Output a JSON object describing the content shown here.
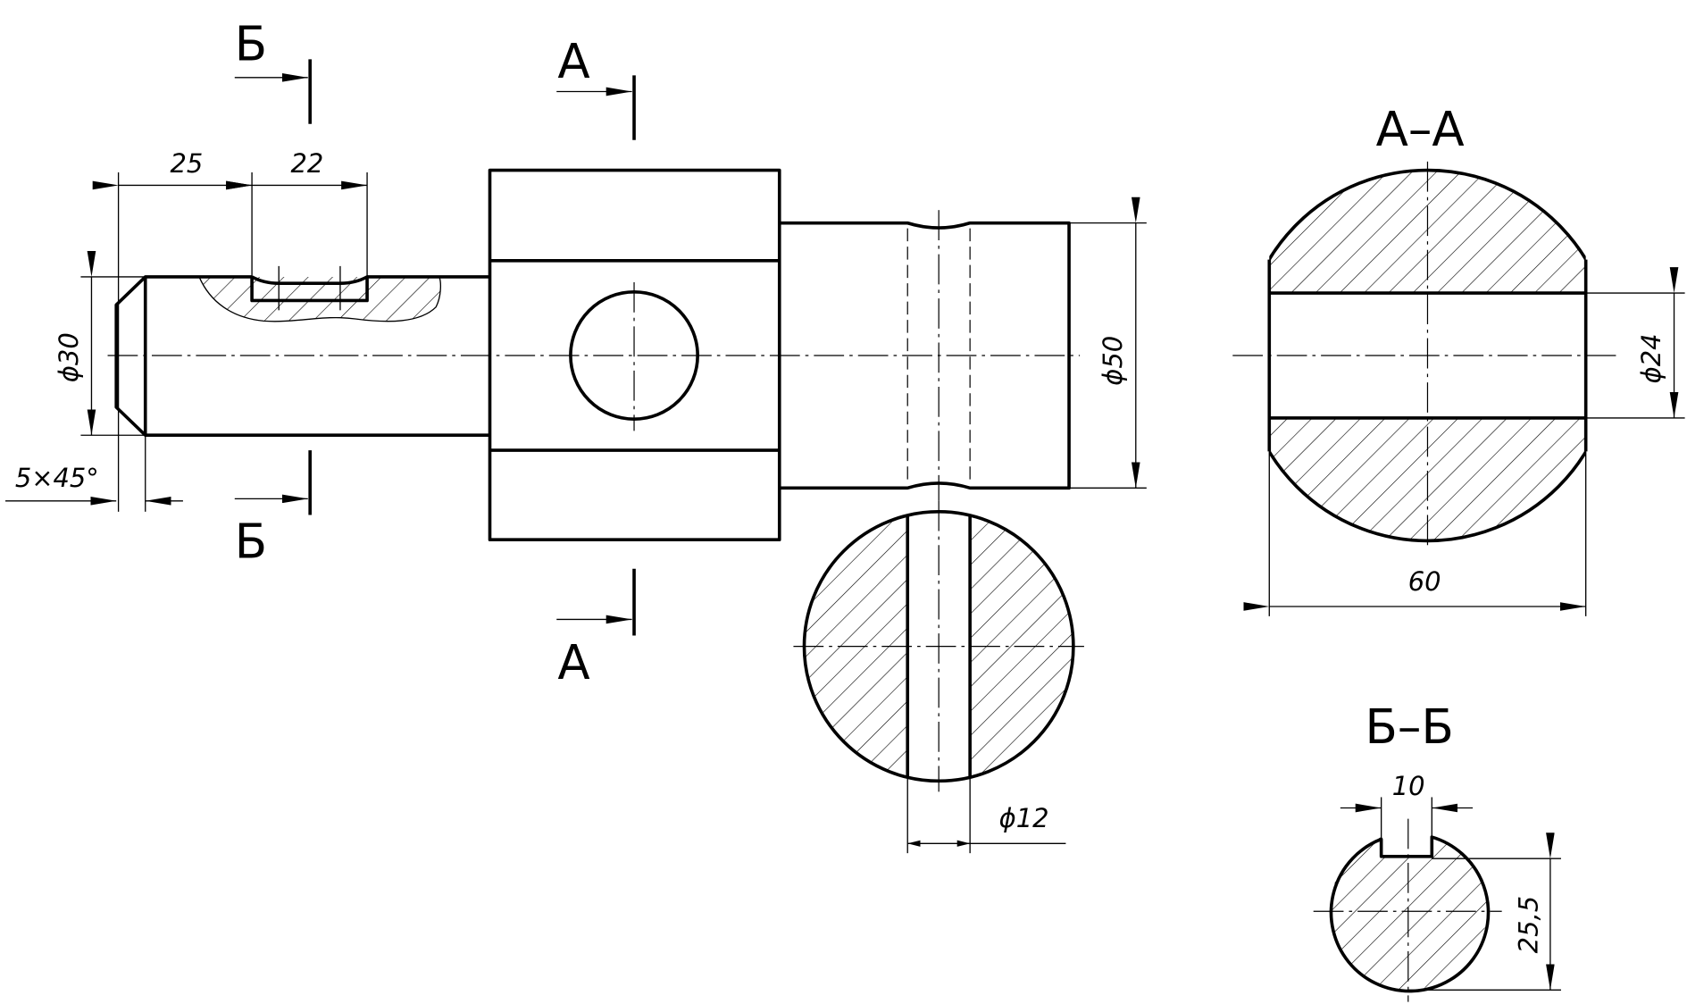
{
  "drawing": {
    "section_labels": {
      "a": "А",
      "b": "Б"
    },
    "section_titles": {
      "aa": "А–А",
      "bb": "Б–Б"
    },
    "dimensions": {
      "key_offset": "25",
      "key_length": "22",
      "shaft_dia": "ϕ30",
      "chamfer": "5×45°",
      "collar_dia": "ϕ50",
      "hole_dia": "ϕ12",
      "aa_hole_dia": "ϕ24",
      "aa_width": "60",
      "key_width": "10",
      "key_depth": "25,5"
    },
    "colors": {
      "line": "#000000",
      "background": "#ffffff"
    }
  }
}
